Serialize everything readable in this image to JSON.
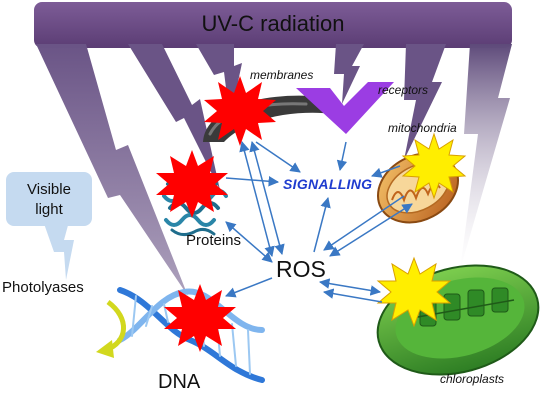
{
  "title": "UV-C radiation",
  "labels": {
    "membranes": "membranes",
    "receptors": "receptors",
    "mitochondria": "mitochondria",
    "signalling": "SIGNALLING",
    "visible_light_line1": "Visible",
    "visible_light_line2": "light",
    "proteins": "Proteins",
    "ros": "ROS",
    "photolyases": "Photolyases",
    "dna": "DNA",
    "chloroplasts": "chloroplasts"
  },
  "colors": {
    "uv_banner": "#6b4a84",
    "uv_bolt": "#6a5486",
    "damage_star": "#ff0000",
    "mito_star": "#ffee00",
    "receptor": "#9b3de3",
    "membrane": "#3a3a3a",
    "arrow": "#3a78c4",
    "signalling_text": "#1f3ccf",
    "visible_light_box": "#c5daf0",
    "photolyase_arrow": "#d2d81e",
    "chloroplast": "#3aa02e",
    "mitochondrion": "#d9822e",
    "dna_strand": "#2f78d8",
    "protein": "#1f6d8c"
  }
}
